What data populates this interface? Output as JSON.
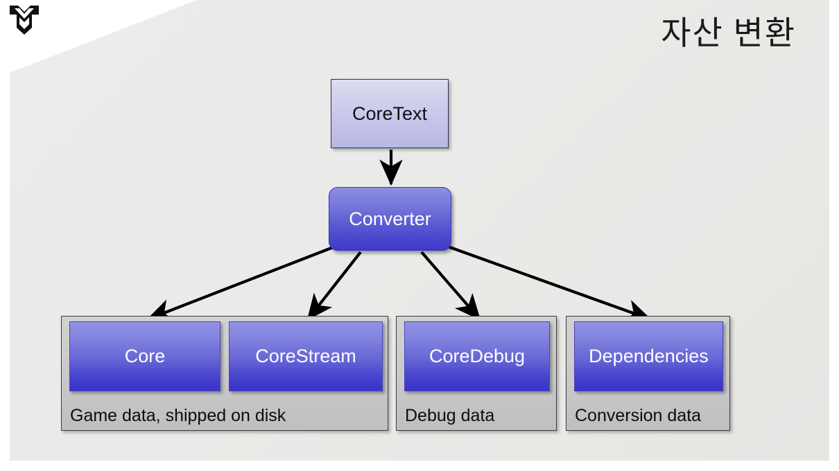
{
  "slide": {
    "title": "자산 변환",
    "logo_icon": "chevron-shield-logo-icon",
    "background_color": "#eaeae8",
    "accent_color": "#4f4ccf"
  },
  "diagram": {
    "type": "flow",
    "nodes": [
      {
        "id": "coretext",
        "label": "CoreText",
        "shape": "rectangle",
        "fill_top": "#dcdcf2",
        "fill_bottom": "#b8b8e6",
        "text_color": "#101010"
      },
      {
        "id": "converter",
        "label": "Converter",
        "shape": "rounded-rectangle",
        "fill_top": "#8e8fe0",
        "fill_bottom": "#3f38c9",
        "text_color": "#ffffff"
      }
    ],
    "groups": [
      {
        "id": "game",
        "caption": "Game data, shipped on disk",
        "modules": [
          {
            "id": "core",
            "label": "Core"
          },
          {
            "id": "corestream",
            "label": "CoreStream"
          }
        ]
      },
      {
        "id": "debug",
        "caption": "Debug data",
        "modules": [
          {
            "id": "coredebug",
            "label": "CoreDebug"
          }
        ]
      },
      {
        "id": "conversion",
        "caption": "Conversion data",
        "modules": [
          {
            "id": "dependencies",
            "label": "Dependencies"
          }
        ]
      }
    ],
    "edges": [
      {
        "from": "coretext",
        "to": "converter",
        "style": "solid-arrow"
      },
      {
        "from": "converter",
        "to": "core",
        "style": "solid-arrow"
      },
      {
        "from": "converter",
        "to": "corestream",
        "style": "solid-arrow"
      },
      {
        "from": "converter",
        "to": "coredebug",
        "style": "solid-arrow"
      },
      {
        "from": "converter",
        "to": "dependencies",
        "style": "solid-arrow"
      }
    ],
    "module_fill_top": "#9293e3",
    "module_fill_bottom": "#3a33c8",
    "group_fill": "#c9c9c9",
    "edge_color": "#000000"
  }
}
